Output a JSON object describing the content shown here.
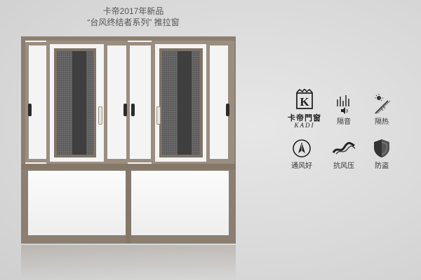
{
  "header": {
    "line1": "卡帝2017年新品",
    "line2": "“台风终结者系列” 推拉窗"
  },
  "brand": {
    "name_cn": "卡帝門窗",
    "name_en": "KADI",
    "logo_letter": "K"
  },
  "features": [
    {
      "label": "隔音",
      "icon": "sound-insulation-icon"
    },
    {
      "label": "隔热",
      "icon": "heat-insulation-icon"
    },
    {
      "label": "通风好",
      "icon": "ventilation-icon"
    },
    {
      "label": "抗风压",
      "icon": "wind-pressure-icon"
    },
    {
      "label": "防盗",
      "icon": "anti-theft-shield-icon"
    }
  ],
  "colors": {
    "frame": "#8c7f72",
    "background": "#dcdcdc",
    "screen": "#5f5f5f"
  }
}
